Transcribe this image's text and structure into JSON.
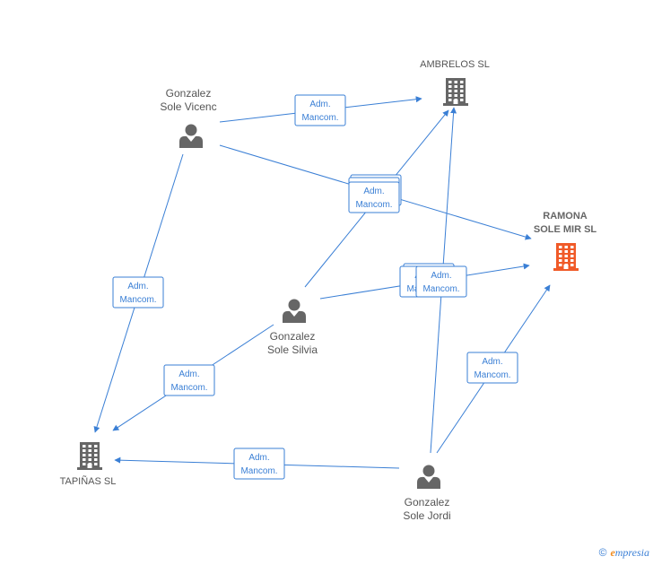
{
  "colors": {
    "edge": "#3a7fd5",
    "node": "#666666",
    "highlight": "#f05a28"
  },
  "nodes": {
    "vicenc": {
      "lines": [
        "Gonzalez",
        "Sole Vicenc"
      ],
      "type": "person"
    },
    "silvia": {
      "lines": [
        "Gonzalez",
        "Sole Silvia"
      ],
      "type": "person"
    },
    "jordi": {
      "lines": [
        "Gonzalez",
        "Sole Jordi"
      ],
      "type": "person"
    },
    "ambrelos": {
      "lines": [
        "AMBRELOS SL"
      ],
      "type": "company"
    },
    "ramona": {
      "lines": [
        "RAMONA",
        "SOLE MIR SL"
      ],
      "type": "company-highlight"
    },
    "tapinas": {
      "lines": [
        "TAPIÑAS SL"
      ],
      "type": "company"
    }
  },
  "edges": [
    {
      "from": "vicenc",
      "to": "ambrelos",
      "label": [
        "Adm.",
        "Mancom."
      ]
    },
    {
      "from": "vicenc",
      "to": "ramona",
      "label": [
        "Adm.",
        "Mancom."
      ]
    },
    {
      "from": "vicenc",
      "to": "tapinas",
      "label": [
        "Adm.",
        "Mancom."
      ]
    },
    {
      "from": "silvia",
      "to": "ambrelos",
      "label": [
        "Adm.",
        "Mancom."
      ]
    },
    {
      "from": "silvia",
      "to": "ramona",
      "label": [
        "Adm.",
        "Mancom."
      ]
    },
    {
      "from": "silvia",
      "to": "tapinas",
      "label": [
        "Adm.",
        "Mancom."
      ]
    },
    {
      "from": "jordi",
      "to": "ambrelos",
      "label": [
        "Adm.",
        "Mancom."
      ]
    },
    {
      "from": "jordi",
      "to": "ramona",
      "label": [
        "Adm.",
        "Mancom."
      ]
    },
    {
      "from": "jordi",
      "to": "tapinas",
      "label": [
        "Adm.",
        "Mancom."
      ]
    }
  ],
  "footer": {
    "copyright": "©",
    "brand_initial": "e",
    "brand_rest": "mpresia"
  }
}
